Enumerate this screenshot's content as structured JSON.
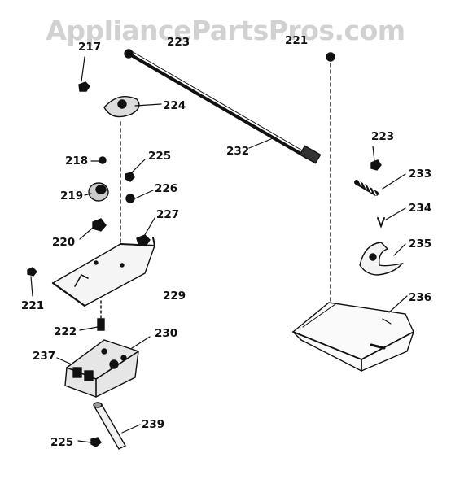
{
  "watermark": "AppliancePartsPros.com",
  "part_labels": [
    "217",
    "221",
    "223",
    "224",
    "218",
    "225",
    "219",
    "226",
    "220",
    "227",
    "221",
    "222",
    "229",
    "237",
    "230",
    "225",
    "239",
    "232",
    "223",
    "233",
    "234",
    "235",
    "236"
  ],
  "colors": {
    "ink": "#111111",
    "watermark": "#c9c9c9",
    "background": "#ffffff"
  }
}
